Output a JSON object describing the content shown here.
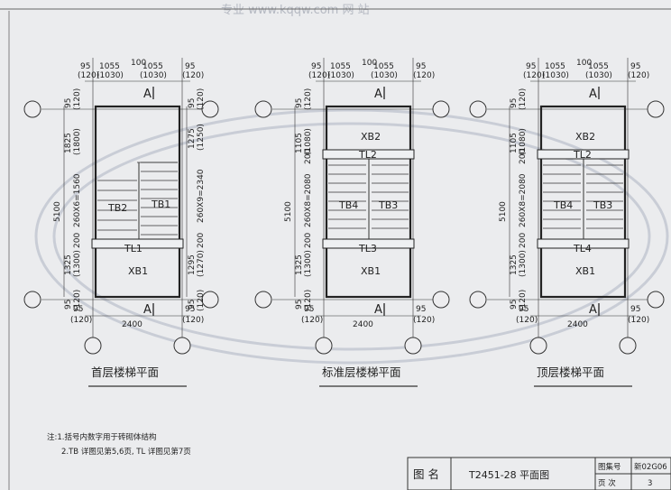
{
  "watermark": "专业  www.kqqw.com  网  站",
  "common": {
    "dim_95": "95",
    "dim_120": "(120)",
    "dim_1055": "1055",
    "dim_1030": "(1030)",
    "dim_100": "100",
    "dim_2400": "2400",
    "dim_5100": "5100",
    "dim_200": "200",
    "dim_1325": "1325",
    "dim_1300": "(1300)",
    "section": "A"
  },
  "plans": [
    {
      "caption": "首层楼梯平面",
      "left_dims": [
        "1825",
        "(1800)",
        "260X6=1560"
      ],
      "right_dims": [
        "1275",
        "(1250)",
        "260X9=2340",
        "1295",
        "(1270)"
      ],
      "labels": [
        "TB2",
        "TB1",
        "TL1",
        "XB1"
      ]
    },
    {
      "caption": "标准层楼梯平面",
      "left_dims": [
        "1105",
        "(1080)",
        "260X8=2080"
      ],
      "right_dims": [],
      "labels": [
        "XB2",
        "TL2",
        "TB4",
        "TB3",
        "TL3",
        "XB1"
      ]
    },
    {
      "caption": "顶层楼梯平面",
      "left_dims": [
        "1105",
        "(1080)",
        "260X8=2080"
      ],
      "right_dims": [],
      "labels": [
        "XB2",
        "TL2",
        "TB4",
        "TB3",
        "TL4",
        "XB1"
      ]
    }
  ],
  "notes": {
    "line1": "注:1.括号内数字用于砖砌体结构",
    "line2": "2.TB 详图见第5,6页, TL 详图见第7页"
  },
  "title_block": {
    "label_name": "图 名",
    "drawing_title": "T2451-28 平面图",
    "label_set": "图集号",
    "set_no": "新02G06",
    "label_page": "页 次",
    "page_no": "3"
  }
}
